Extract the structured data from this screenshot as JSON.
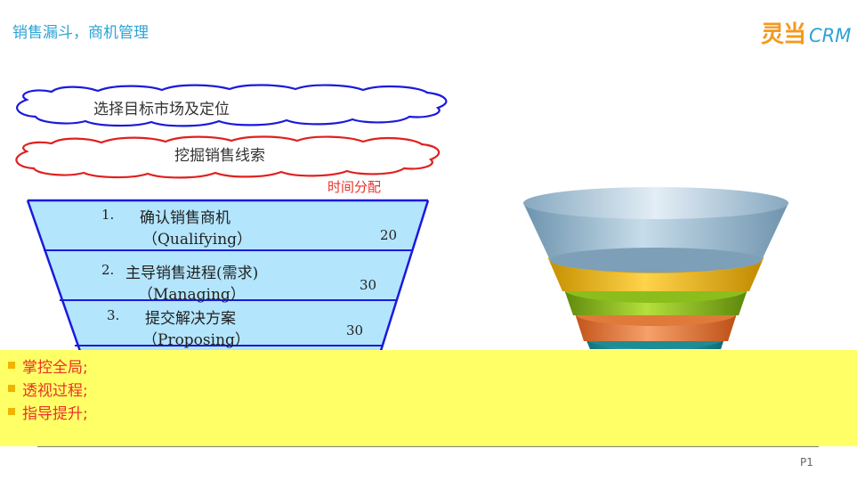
{
  "header": {
    "title": "销售漏斗，商机管理"
  },
  "logo": {
    "cn": "灵当",
    "en": "CRM"
  },
  "clouds": [
    {
      "text": "选择目标市场及定位",
      "color": "#1a1adc"
    },
    {
      "text": "挖掘销售线索",
      "color": "#e02020"
    }
  ],
  "time_allocation_label": "时间分配",
  "stages": [
    {
      "index": "1.",
      "cn": "确认销售商机",
      "en": "（Qualifying）",
      "time": "20"
    },
    {
      "index": "2.",
      "cn": "主导销售进程(需求)",
      "en": "（Managing）",
      "time": "30"
    },
    {
      "index": "3.",
      "cn": "提交解决方案",
      "en": "（Proposing）",
      "time": "30"
    }
  ],
  "bullets": [
    "掌控全局;",
    "透视过程;",
    "指导提升;"
  ],
  "footer": {
    "page": "P1"
  },
  "colors": {
    "accent": "#2ea3d6",
    "brand_orange": "#f39a1e",
    "funnel_fill": "#b3e5fc",
    "funnel_line": "#1a1adc",
    "highlight": "#ffff66",
    "bullet_text": "#e8332a"
  }
}
